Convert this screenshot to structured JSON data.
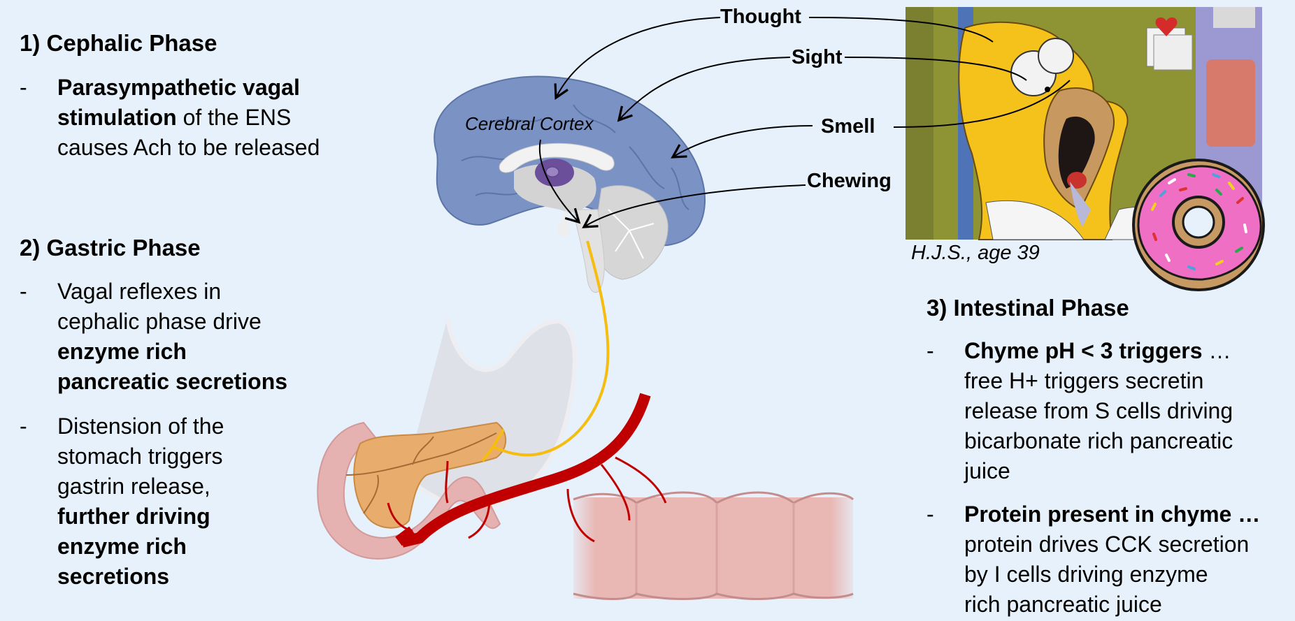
{
  "colors": {
    "background": "#e6f1fb",
    "brain_cortex": "#7b92c4",
    "thalamus": "#6b4f9a",
    "vagus_nerve": "#f6bd0f",
    "artery": "#c00000",
    "pancreas": "#e8ad6c",
    "intestine": "#e9b7b4",
    "donut_icing": "#ee6fc4",
    "homer_skin": "#f4c21a",
    "kitchen_wall": "#8e9433"
  },
  "cephalic": {
    "heading": "1) Cephalic Phase",
    "bullets": [
      {
        "dash": "-",
        "lines": [
          [
            {
              "t": "Parasympathetic vagal",
              "b": true
            }
          ],
          [
            {
              "t": "stimulation",
              "b": true
            },
            {
              "t": " of the ENS",
              "b": false
            }
          ],
          [
            {
              "t": "causes Ach to be released",
              "b": false
            }
          ]
        ]
      }
    ]
  },
  "gastric": {
    "heading": "2) Gastric Phase",
    "bullets": [
      {
        "dash": "-",
        "lines": [
          [
            {
              "t": "Vagal reflexes in",
              "b": false
            }
          ],
          [
            {
              "t": "cephalic phase drive",
              "b": false
            }
          ],
          [
            {
              "t": "enzyme rich",
              "b": true
            }
          ],
          [
            {
              "t": "pancreatic secretions",
              "b": true
            }
          ]
        ]
      },
      {
        "dash": "-",
        "lines": [
          [
            {
              "t": "Distension of the",
              "b": false
            }
          ],
          [
            {
              "t": "stomach triggers",
              "b": false
            }
          ],
          [
            {
              "t": "gastrin release,",
              "b": false
            }
          ],
          [
            {
              "t": "further driving",
              "b": true
            }
          ],
          [
            {
              "t": "enzyme rich",
              "b": true
            }
          ],
          [
            {
              "t": "secretions",
              "b": true
            }
          ]
        ]
      }
    ]
  },
  "intestinal": {
    "heading": "3) Intestinal Phase",
    "bullets": [
      {
        "dash": "-",
        "lines": [
          [
            {
              "t": "Chyme pH < 3 triggers",
              "b": true
            },
            {
              "t": " …",
              "b": false
            }
          ],
          [
            {
              "t": "free H+ triggers secretin",
              "b": false
            }
          ],
          [
            {
              "t": "release from S cells driving",
              "b": false
            }
          ],
          [
            {
              "t": "bicarbonate rich pancreatic",
              "b": false
            }
          ],
          [
            {
              "t": "juice",
              "b": false
            }
          ]
        ]
      },
      {
        "dash": "-",
        "lines": [
          [
            {
              "t": "Protein present in chyme …",
              "b": true
            }
          ],
          [
            {
              "t": "protein drives CCK secretion",
              "b": false
            }
          ],
          [
            {
              "t": "by I cells driving enzyme",
              "b": false
            }
          ],
          [
            {
              "t": "rich pancreatic juice",
              "b": false
            }
          ]
        ]
      }
    ]
  },
  "diagram": {
    "stimuli_labels": [
      "Thought",
      "Sight",
      "Smell",
      "Chewing"
    ],
    "brain_label": "Cerebral Cortex",
    "photo_caption": "H.J.S.,  age 39",
    "organs": [
      "brain",
      "stomach",
      "pancreas",
      "duodenum",
      "small-intestine",
      "vagus-nerve",
      "artery"
    ]
  }
}
